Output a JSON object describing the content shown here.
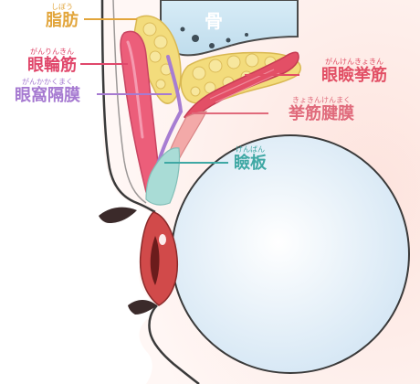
{
  "labels": {
    "bone": {
      "text": "骨"
    },
    "fat": {
      "text": "脂肪",
      "ruby": "しぼう"
    },
    "orbicularis": {
      "text": "眼輪筋",
      "ruby": "がんりんきん"
    },
    "orbital_septum": {
      "text": "眼窩隔膜",
      "ruby": "がんかかくまく"
    },
    "levator": {
      "text": "眼瞼挙筋",
      "ruby": "がんけんきょきん"
    },
    "levator_aponeurosis": {
      "text": "挙筋腱膜",
      "ruby": "きょきんけんまく"
    },
    "tarsus": {
      "text": "瞼板",
      "ruby": "けんばん"
    }
  },
  "colors": {
    "bone": "#cfe6f3",
    "fat": "#f0d776",
    "orbicularis": "#ea5b78",
    "orbital_septum": "#b58bd6",
    "levator": "#e24f65",
    "aponeurosis": "#f2a7a7",
    "tarsus": "#a9dcd6",
    "eyeball": "#ddebf6",
    "skin_bg": "#fde9e4",
    "fat_label": "#e2a53b",
    "septum_label": "#a67ad1",
    "tarsus_label": "#3fa8a4"
  }
}
